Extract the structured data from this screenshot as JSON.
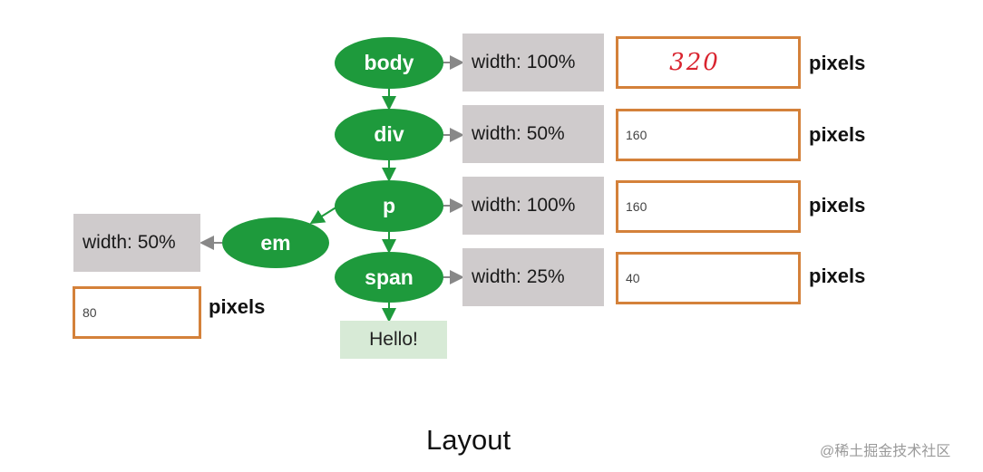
{
  "nodes": {
    "body": "body",
    "div": "div",
    "p": "p",
    "span": "span",
    "em": "em"
  },
  "widths": {
    "body": "width: 100%",
    "div": "width: 50%",
    "p": "width: 100%",
    "span": "width: 25%",
    "em": "width: 50%"
  },
  "pixel_values": {
    "body": "320",
    "div": "160",
    "p": "160",
    "span": "40",
    "em": "80"
  },
  "pixels_label": "pixels",
  "text_node": "Hello!",
  "title": "Layout",
  "watermark": "@稀土掘金技术社区",
  "colors": {
    "node_green": "#1e9a3c",
    "gray_box": "#cfcbcc",
    "orange_border": "#d4813a",
    "handwritten_red": "#d9242f",
    "text_node_bg": "#d7ead6"
  }
}
